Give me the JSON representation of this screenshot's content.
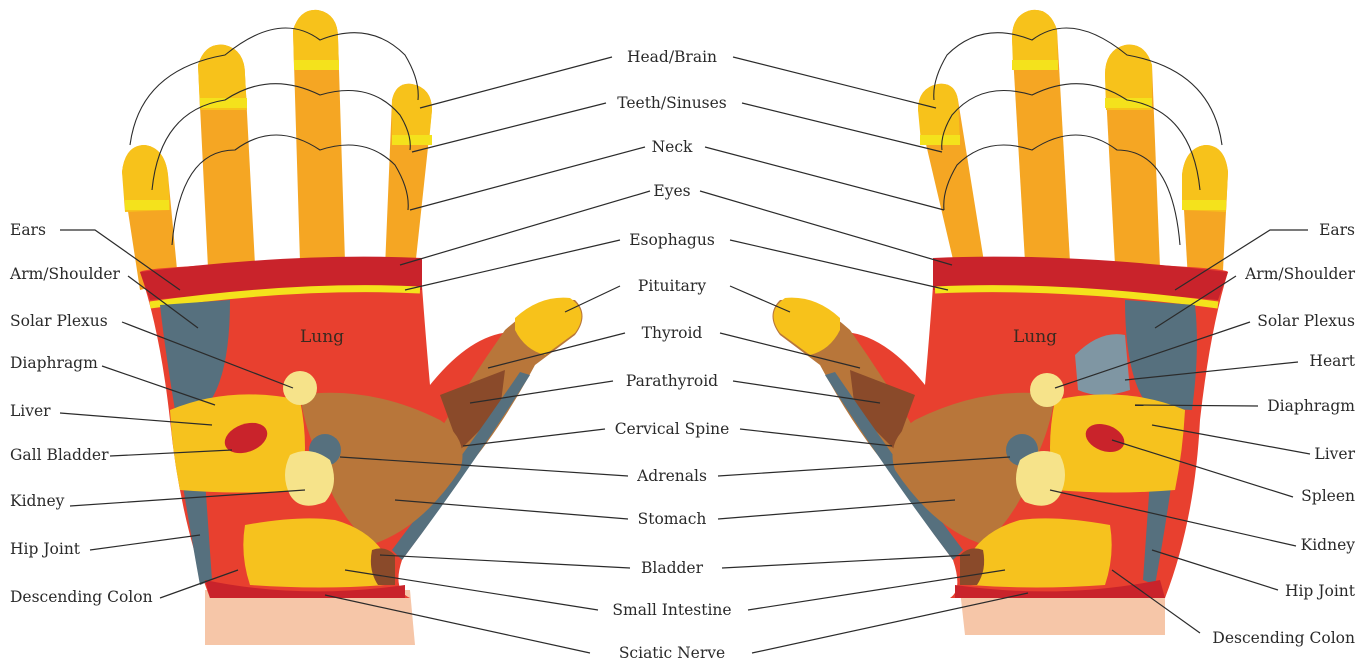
{
  "colors": {
    "finger_orange": "#f5a623",
    "finger_tip": "#f7c21b",
    "yellow_band": "#f4e21c",
    "red_palm": "#e8402f",
    "dark_red": "#c9232b",
    "slate": "#56707e",
    "brown": "#b8763a",
    "dark_brown": "#8a4a2a",
    "yellow_zone": "#f6c21e",
    "pale_yellow": "#f6e38a",
    "skin": "#f6c6a8"
  },
  "center_labels": [
    "Head/Brain",
    "Teeth/Sinuses",
    "Neck",
    "Eyes",
    "Esophagus",
    "Pituitary",
    "Thyroid",
    "Parathyroid",
    "Cervical Spine",
    "Adrenals",
    "Stomach",
    "Bladder",
    "Small Intestine",
    "Sciatic Nerve"
  ],
  "left_labels": [
    "Ears",
    "Arm/Shoulder",
    "Solar Plexus",
    "Diaphragm",
    "Liver",
    "Gall Bladder",
    "Kidney",
    "Hip Joint",
    "Descending Colon"
  ],
  "right_labels": [
    "Ears",
    "Arm/Shoulder",
    "Solar Plexus",
    "Heart",
    "Diaphragm",
    "Liver",
    "Spleen",
    "Kidney",
    "Hip Joint",
    "Descending Colon"
  ],
  "lung_label": "Lung"
}
